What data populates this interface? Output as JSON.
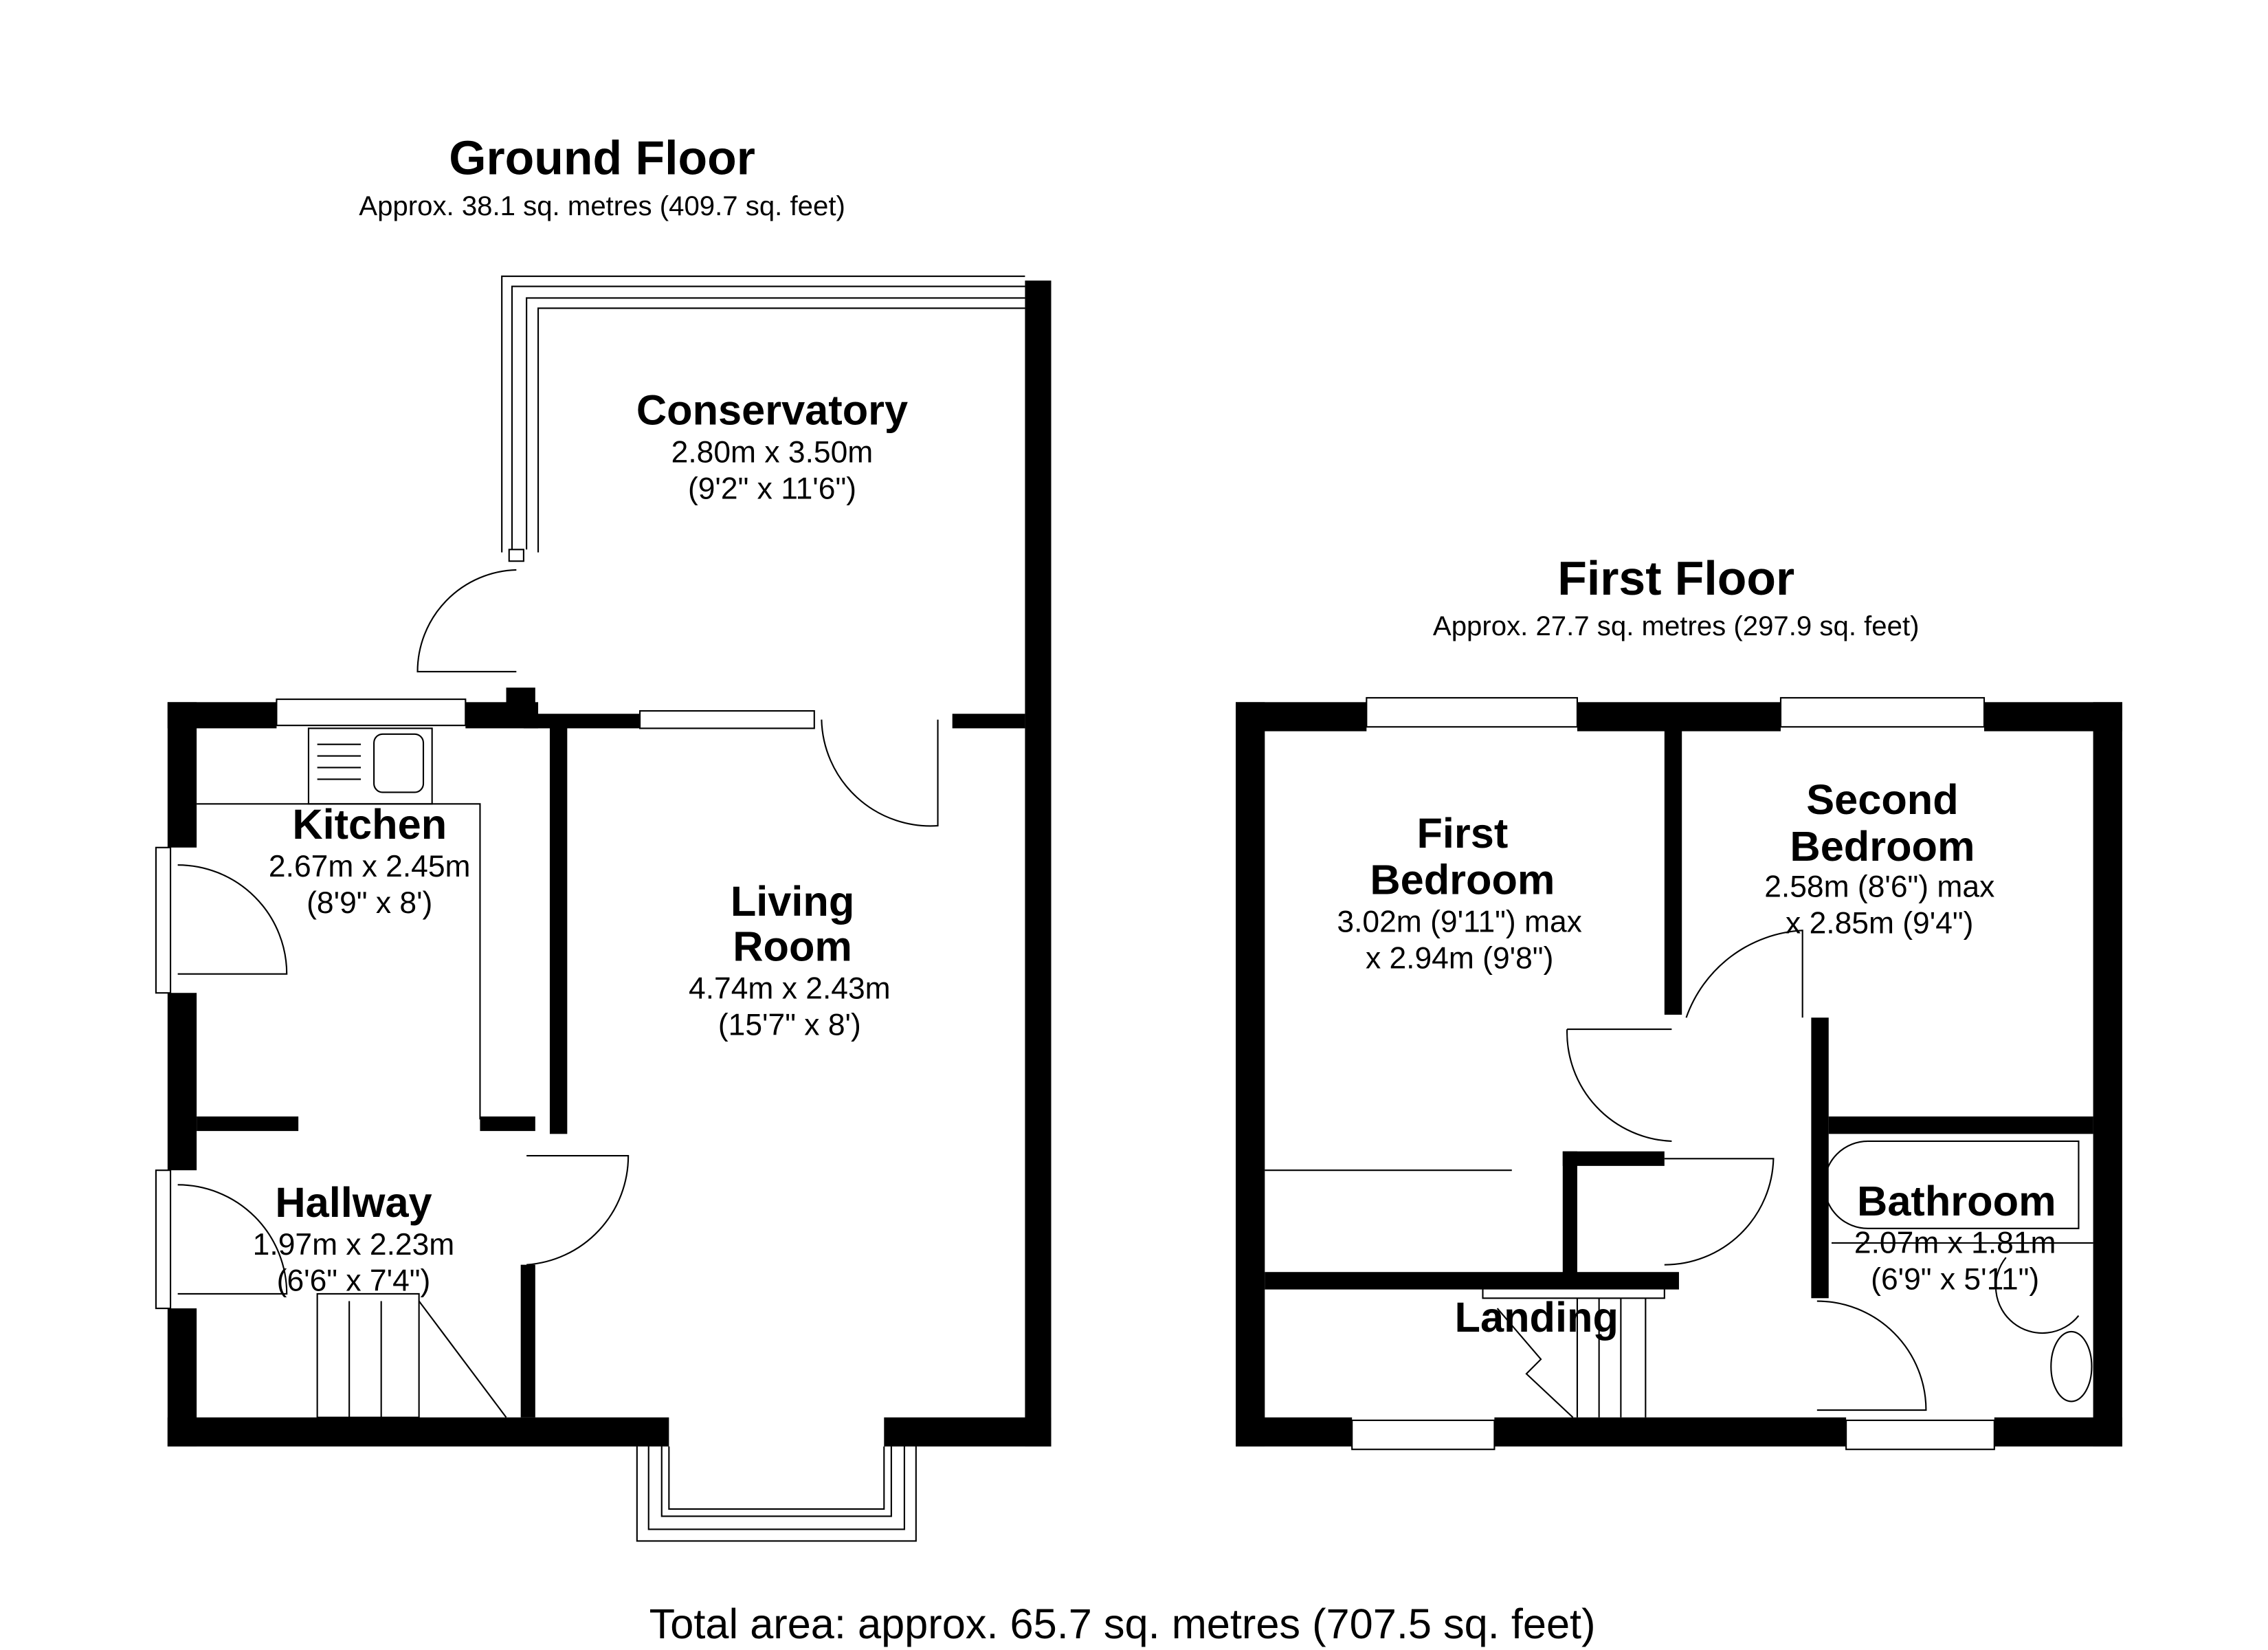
{
  "ground_floor": {
    "title": "Ground Floor",
    "area": "Approx. 38.1 sq. metres (409.7 sq. feet)",
    "rooms": [
      {
        "name": "Conservatory",
        "dim1": "2.80m x 3.50m",
        "dim2": "(9'2\" x 11'6\")"
      },
      {
        "name": "Kitchen",
        "dim1": "2.67m x 2.45m",
        "dim2": "(8'9\" x 8')"
      },
      {
        "name_line1": "Living",
        "name_line2": "Room",
        "dim1": "4.74m x 2.43m",
        "dim2": "(15'7\" x 8')"
      },
      {
        "name": "Hallway",
        "dim1": "1.97m x 2.23m",
        "dim2": "(6'6\" x 7'4\")"
      }
    ]
  },
  "first_floor": {
    "title": "First Floor",
    "area": "Approx. 27.7 sq. metres (297.9 sq. feet)",
    "rooms": [
      {
        "name_line1": "First",
        "name_line2": "Bedroom",
        "dim1": "3.02m (9'11\") max",
        "dim2": "x 2.94m (9'8\")"
      },
      {
        "name_line1": "Second",
        "name_line2": "Bedroom",
        "dim1": "2.58m (8'6\") max",
        "dim2": "x 2.85m (9'4\")"
      },
      {
        "name": "Bathroom",
        "dim1": "2.07m x 1.81m",
        "dim2": "(6'9\" x 5'11\")"
      },
      {
        "name": "Landing"
      }
    ]
  },
  "total_area": "Total area: approx. 65.7 sq. metres (707.5 sq. feet)"
}
